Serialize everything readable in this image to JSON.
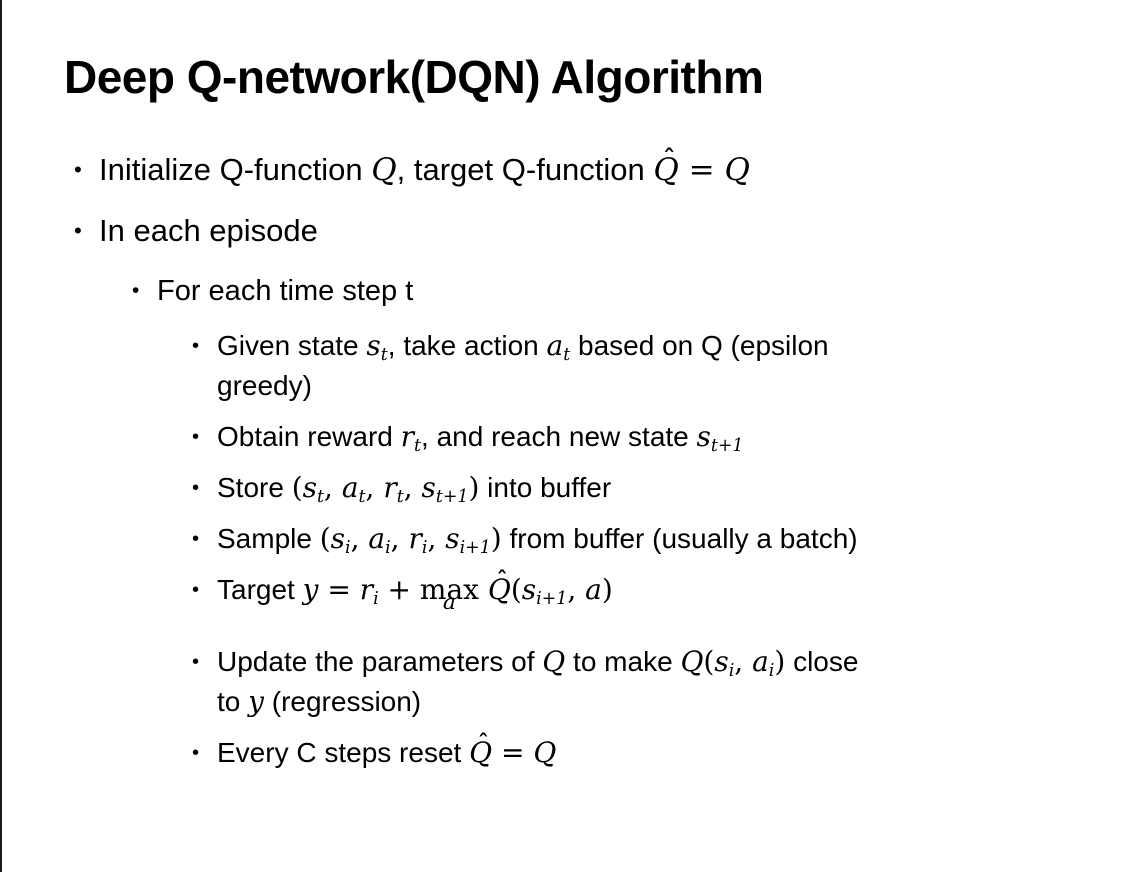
{
  "slide": {
    "title": "Deep Q-network(DQN) Algorithm",
    "bullet_char": "•",
    "colors": {
      "text": "#000000",
      "background": "#ffffff",
      "border_left": "#1a1a1a"
    },
    "content": [
      {
        "level": 1,
        "name": "initialize-q-function",
        "runs": [
          {
            "k": "n",
            "t": "Initialize Q-function "
          },
          {
            "k": "m",
            "t": "Q"
          },
          {
            "k": "n",
            "t": ", target Q-function "
          },
          {
            "k": "hat",
            "t": "Q",
            "acc": "ˆ"
          },
          {
            "k": "o",
            "t": " = "
          },
          {
            "k": "m",
            "t": "Q"
          }
        ]
      },
      {
        "level": 1,
        "name": "in-each-episode",
        "runs": [
          {
            "k": "n",
            "t": "In each episode"
          }
        ]
      },
      {
        "level": 2,
        "name": "for-each-time-step",
        "runs": [
          {
            "k": "n",
            "t": "For each time step t"
          }
        ]
      },
      {
        "level": 3,
        "name": "given-state-take-action",
        "runs": [
          {
            "k": "n",
            "t": "Given state "
          },
          {
            "k": "ms",
            "t": "s",
            "sub": "t"
          },
          {
            "k": "n",
            "t": ", take action "
          },
          {
            "k": "ms",
            "t": "a",
            "sub": "t"
          },
          {
            "k": "n",
            "t": " based on Q (epsilon"
          },
          {
            "k": "br"
          },
          {
            "k": "n",
            "t": "greedy)"
          }
        ]
      },
      {
        "level": 3,
        "name": "obtain-reward",
        "runs": [
          {
            "k": "n",
            "t": "Obtain reward "
          },
          {
            "k": "ms",
            "t": "r",
            "sub": "t"
          },
          {
            "k": "n",
            "t": ", and reach new state "
          },
          {
            "k": "ms",
            "t": "s",
            "sub": "t+1"
          }
        ]
      },
      {
        "level": 3,
        "name": "store-into-buffer",
        "runs": [
          {
            "k": "n",
            "t": "Store "
          },
          {
            "k": "o",
            "t": "("
          },
          {
            "k": "ms",
            "t": "s",
            "sub": "t"
          },
          {
            "k": "o",
            "t": ", "
          },
          {
            "k": "ms",
            "t": "a",
            "sub": "t"
          },
          {
            "k": "o",
            "t": ", "
          },
          {
            "k": "ms",
            "t": "r",
            "sub": "t"
          },
          {
            "k": "o",
            "t": ", "
          },
          {
            "k": "ms",
            "t": "s",
            "sub": "t+1"
          },
          {
            "k": "o",
            "t": ")"
          },
          {
            "k": "n",
            "t": " into buffer"
          }
        ]
      },
      {
        "level": 3,
        "name": "sample-from-buffer",
        "runs": [
          {
            "k": "n",
            "t": "Sample "
          },
          {
            "k": "o",
            "t": "("
          },
          {
            "k": "ms",
            "t": "s",
            "sub": "i"
          },
          {
            "k": "o",
            "t": ", "
          },
          {
            "k": "ms",
            "t": "a",
            "sub": "i"
          },
          {
            "k": "o",
            "t": ", "
          },
          {
            "k": "ms",
            "t": "r",
            "sub": "i"
          },
          {
            "k": "o",
            "t": ", "
          },
          {
            "k": "ms",
            "t": "s",
            "sub": "i+1"
          },
          {
            "k": "o",
            "t": ")"
          },
          {
            "k": "n",
            "t": " from buffer (usually a batch)"
          }
        ]
      },
      {
        "level": 3,
        "name": "target-equation",
        "runs": [
          {
            "k": "n",
            "t": "Target "
          },
          {
            "k": "m",
            "t": "y"
          },
          {
            "k": "o",
            "t": " = "
          },
          {
            "k": "ms",
            "t": "r",
            "sub": "i"
          },
          {
            "k": "o",
            "t": " + "
          },
          {
            "k": "max",
            "t": "max",
            "under": "a"
          },
          {
            "k": "o",
            "t": " "
          },
          {
            "k": "hat",
            "t": "Q",
            "acc": "ˆ"
          },
          {
            "k": "o",
            "t": "("
          },
          {
            "k": "ms",
            "t": "s",
            "sub": "i+1"
          },
          {
            "k": "o",
            "t": ", "
          },
          {
            "k": "m",
            "t": "a"
          },
          {
            "k": "o",
            "t": ")"
          }
        ]
      },
      {
        "level": 3,
        "name": "update-parameters",
        "runs": [
          {
            "k": "n",
            "t": "Update the parameters of "
          },
          {
            "k": "m",
            "t": "Q"
          },
          {
            "k": "n",
            "t": " to make "
          },
          {
            "k": "m",
            "t": "Q"
          },
          {
            "k": "o",
            "t": "("
          },
          {
            "k": "ms",
            "t": "s",
            "sub": "i"
          },
          {
            "k": "o",
            "t": ", "
          },
          {
            "k": "ms",
            "t": "a",
            "sub": "i"
          },
          {
            "k": "o",
            "t": ")"
          },
          {
            "k": "n",
            "t": " close"
          },
          {
            "k": "br"
          },
          {
            "k": "n",
            "t": "to "
          },
          {
            "k": "m",
            "t": "y"
          },
          {
            "k": "n",
            "t": " (regression)"
          }
        ]
      },
      {
        "level": 3,
        "name": "every-c-steps-reset",
        "runs": [
          {
            "k": "n",
            "t": "Every C steps reset "
          },
          {
            "k": "hat",
            "t": "Q",
            "acc": "ˆ"
          },
          {
            "k": "o",
            "t": " = "
          },
          {
            "k": "m",
            "t": "Q"
          }
        ]
      }
    ]
  }
}
